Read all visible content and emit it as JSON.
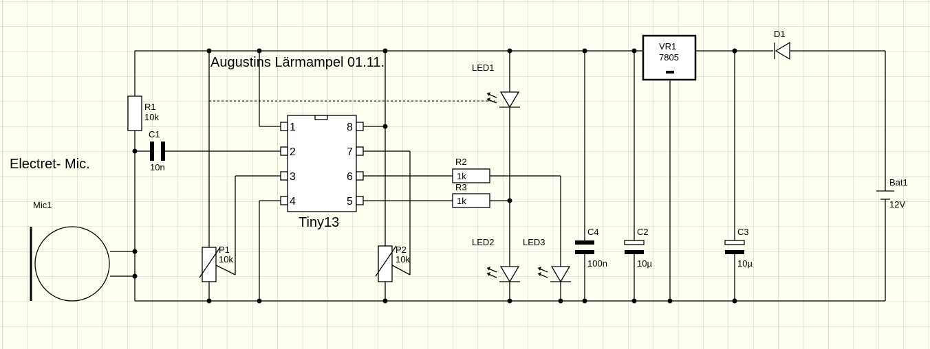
{
  "title": "Augustins Lärmampel 01.11.",
  "mic_note": "Electret- Mic.",
  "ic": {
    "name": "Tiny13",
    "pins": [
      "1",
      "2",
      "3",
      "4",
      "5",
      "6",
      "7",
      "8"
    ]
  },
  "components": {
    "R1": {
      "ref": "R1",
      "value": "10k"
    },
    "R2": {
      "ref": "R2",
      "value": "1k"
    },
    "R3": {
      "ref": "R3",
      "value": "1k"
    },
    "C1": {
      "ref": "C1",
      "value": "10n"
    },
    "C2": {
      "ref": "C2",
      "value": "10µ"
    },
    "C3": {
      "ref": "C3",
      "value": "10µ"
    },
    "C4": {
      "ref": "C4",
      "value": "100n"
    },
    "P1": {
      "ref": "P1",
      "value": "10k"
    },
    "P2": {
      "ref": "P2",
      "value": "10k"
    },
    "VR1": {
      "ref": "VR1",
      "value": "7805"
    },
    "D1": {
      "ref": "D1"
    },
    "LED1": {
      "ref": "LED1"
    },
    "LED2": {
      "ref": "LED2"
    },
    "LED3": {
      "ref": "LED3"
    },
    "Mic1": {
      "ref": "Mic1"
    },
    "Bat1": {
      "ref": "Bat1",
      "value": "12V"
    }
  },
  "colors": {
    "background": "#fffff2",
    "grid": "#c8c8c8",
    "ink": "#000000"
  }
}
